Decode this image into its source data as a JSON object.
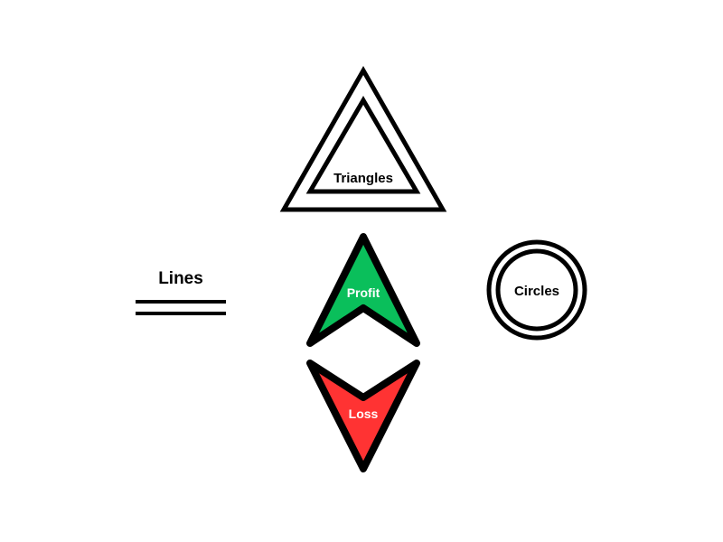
{
  "labels": {
    "lines": "Lines",
    "triangles": "Triangles",
    "circles": "Circles",
    "profit": "Profit",
    "loss": "Loss"
  },
  "colors": {
    "stroke": "#000000",
    "profit_fill": "#0abf5b",
    "loss_fill": "#ff3333",
    "label_light": "#ffffff",
    "label_dark": "#000000"
  }
}
